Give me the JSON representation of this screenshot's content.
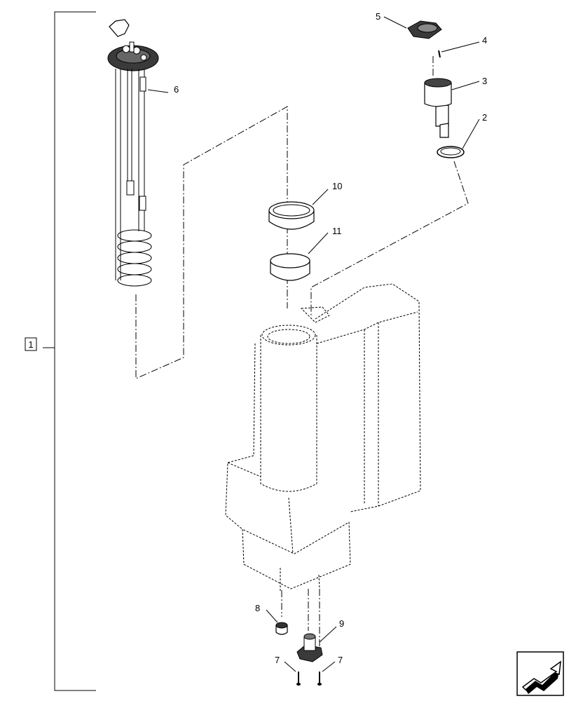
{
  "diagram": {
    "assembly_label": "1",
    "callouts": [
      "2",
      "3",
      "4",
      "5",
      "6",
      "7",
      "7",
      "8",
      "9",
      "10",
      "11"
    ]
  },
  "colors": {
    "line": "#000000",
    "background": "#ffffff"
  },
  "icons": {
    "nav": "arrow-icon"
  }
}
